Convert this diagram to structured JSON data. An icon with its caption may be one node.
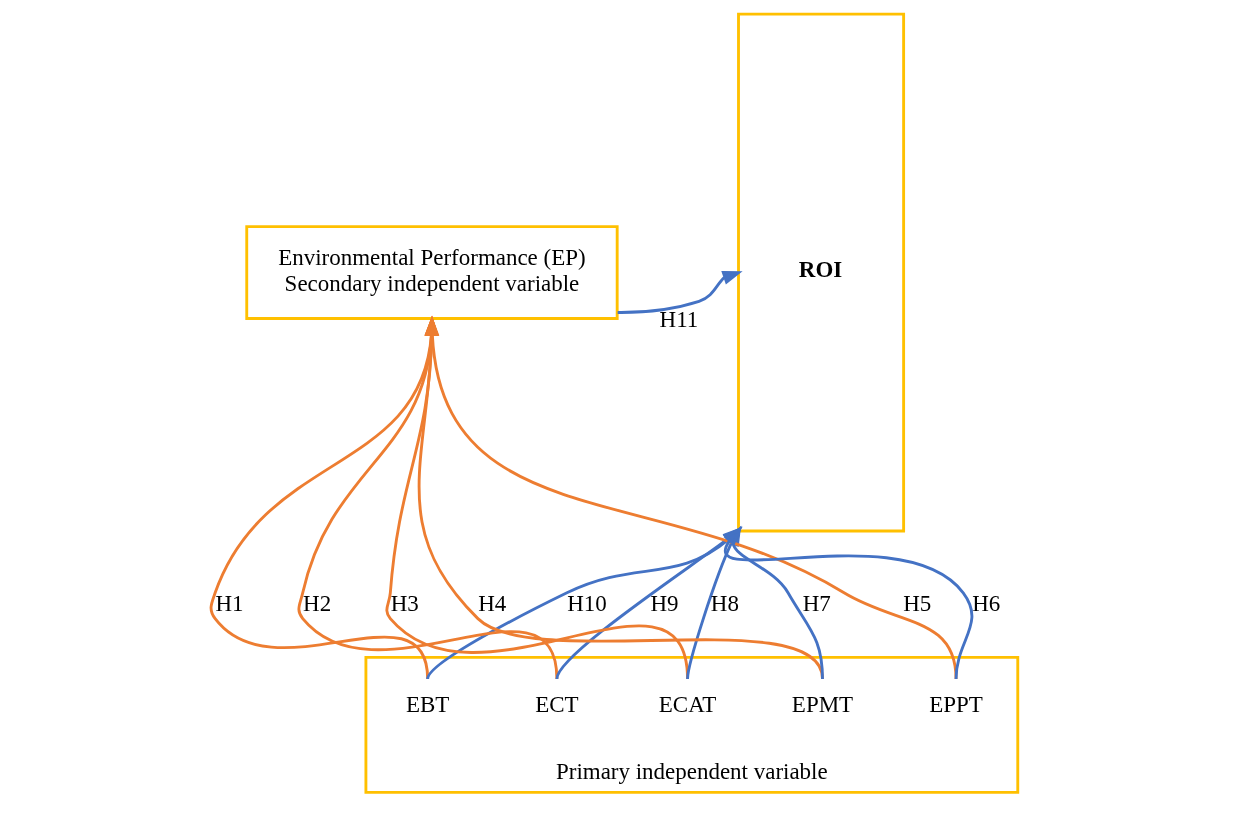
{
  "diagram": {
    "nodes": [
      {
        "text": [
          "Environmental Performance (EP)",
          "Secondary independent variable"
        ]
      },
      {
        "text": [
          "Primary independent variable"
        ]
      },
      {
        "text": [
          "EBT"
        ],
        "in": 1
      },
      {
        "text": [
          "ECT"
        ],
        "in": 1
      },
      {
        "text": [
          "ECAT"
        ],
        "in": 1
      },
      {
        "text": [
          "EPMT"
        ],
        "in": 1
      },
      {
        "text": [
          "EPPT"
        ],
        "in": 1
      },
      {
        "text": [
          "ROI"
        ]
      }
    ],
    "edges": [
      {
        "from": 2,
        "to": 0,
        "arrow": "to",
        "label": "H1",
        "color": "#ed7d31"
      },
      {
        "from": 3,
        "to": 0,
        "arrow": "to",
        "label": "H2",
        "color": "#ed7d31"
      },
      {
        "from": 4,
        "to": 0,
        "arrow": "to",
        "label": "H3",
        "color": "#ed7d31"
      },
      {
        "from": 5,
        "to": 0,
        "arrow": "to",
        "label": "H4",
        "color": "#ed7d31"
      },
      {
        "from": 6,
        "to": 0,
        "arrow": "to",
        "label": "H5",
        "color": "#ed7d31"
      },
      {
        "from": 6,
        "to": 7,
        "arrow": "to",
        "label": "H6"
      },
      {
        "from": 5,
        "to": 7,
        "arrow": "to",
        "label": "H7"
      },
      {
        "from": 4,
        "to": 7,
        "arrow": "to",
        "label": "H8"
      },
      {
        "from": 3,
        "to": 7,
        "arrow": "to",
        "label": "H9"
      },
      {
        "from": 2,
        "to": 7,
        "arrow": "to",
        "label": "H10"
      },
      {
        "from": 0,
        "to": 7,
        "arrow": "to",
        "label": "H11"
      }
    ]
  }
}
